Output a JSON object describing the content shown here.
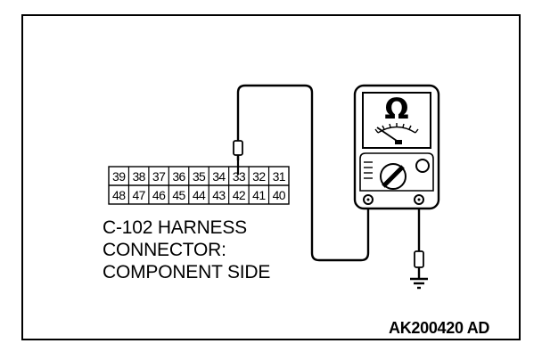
{
  "connector": {
    "top_row": [
      "39",
      "38",
      "37",
      "36",
      "35",
      "34",
      "33",
      "32",
      "31"
    ],
    "bottom_row": [
      "48",
      "47",
      "46",
      "45",
      "44",
      "43",
      "42",
      "41",
      "40"
    ]
  },
  "caption": {
    "line1": "C-102 HARNESS",
    "line2": "CONNECTOR:",
    "line3": "COMPONENT SIDE"
  },
  "meter": {
    "symbol": "Ω",
    "icon": "ohmmeter-icon"
  },
  "figure_code": "AK200420 AD"
}
